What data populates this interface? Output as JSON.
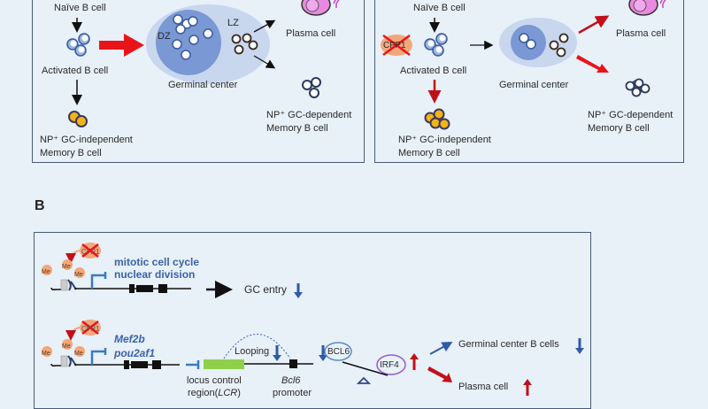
{
  "panel_a": {
    "left": {
      "naive": "Naïve B cell",
      "activated": "Activated B cell",
      "dz": "DZ",
      "lz": "LZ",
      "germinal_center": "Germinal center",
      "plasma": "Plasma cell",
      "gc_dep_1": "NP⁺ GC-dependent",
      "gc_dep_2": "Memory B cell",
      "gc_indep_1": "NP⁺ GC-independent",
      "gc_indep_2": "Memory B cell"
    },
    "right": {
      "naive": "Naïve B cell",
      "cfp1": "CFP1",
      "activated": "Activated B cell",
      "germinal_center": "Germinal center",
      "plasma": "Plasma cell",
      "gc_dep_1": "NP⁺ GC-dependent",
      "gc_dep_2": "Memory B cell",
      "gc_indep_1": "NP⁺ GC-independent",
      "gc_indep_2": "Memory B cell"
    }
  },
  "panel_b": {
    "label": "B",
    "row1": {
      "cfp1": "CFP1",
      "me": "Me",
      "gene1": "mitotic cell cycle",
      "gene2": "nuclear division",
      "outcome": "GC entry"
    },
    "row2": {
      "cfp1": "CFP1",
      "me": "Me",
      "gene1": "Mef2b",
      "gene2": "pou2af1",
      "looping": "Looping",
      "lcr_1": "locus control",
      "lcr_2a": "region(",
      "lcr_2b": "LCR",
      "lcr_2c": ")",
      "bcl6_gene": "Bcl6",
      "promoter": "promoter",
      "bcl6": "BCL6",
      "irf4": "IRF4",
      "gc_b_cells": "Germinal center B cells",
      "plasma": "Plasma cell"
    }
  },
  "colors": {
    "background": "#e8f0f8",
    "panel_border": "#4a5a78",
    "red_arrow": "#e8141a",
    "dark_red": "#c0101a",
    "blue_arrow": "#2f5aa8",
    "gene_text": "#3a63a8",
    "lcr_green": "#8ed04a",
    "cfp1_orange": "#f2a77a",
    "yellow_cell": "#f2b418"
  }
}
